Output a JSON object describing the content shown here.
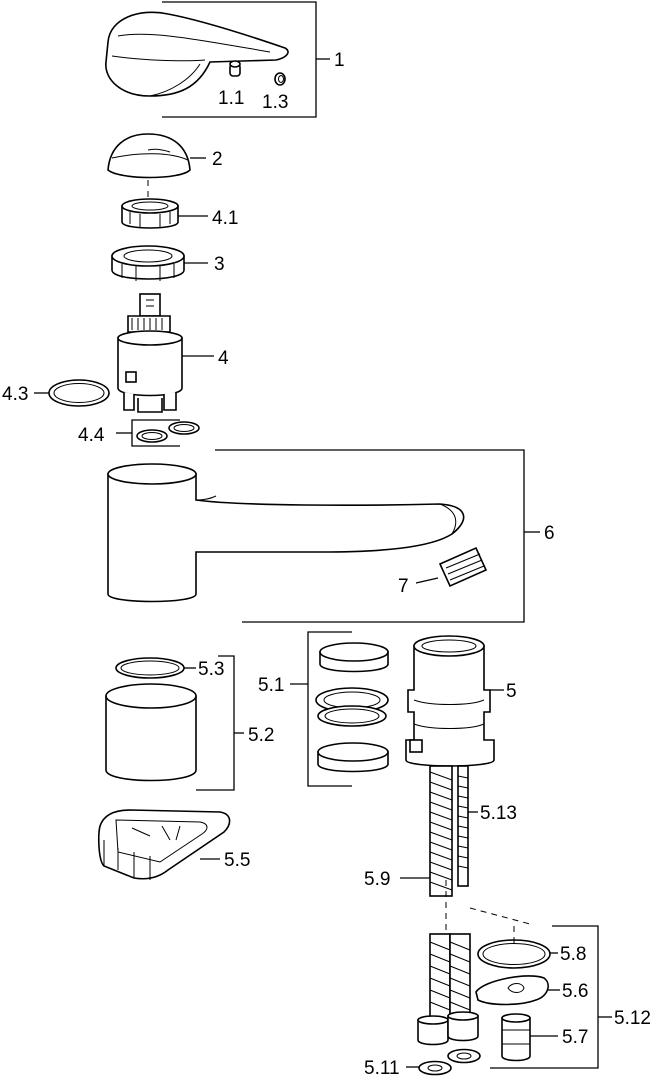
{
  "labels": {
    "p1": "1",
    "p1_1": "1.1",
    "p1_3": "1.3",
    "p2": "2",
    "p4_1": "4.1",
    "p3": "3",
    "p4": "4",
    "p4_3": "4.3",
    "p4_4": "4.4",
    "p6": "6",
    "p7": "7",
    "p5_3": "5.3",
    "p5_2": "5.2",
    "p5_1": "5.1",
    "p5": "5",
    "p5_13": "5.13",
    "p5_5": "5.5",
    "p5_9": "5.9",
    "p5_8": "5.8",
    "p5_6": "5.6",
    "p5_7": "5.7",
    "p5_12": "5.12",
    "p5_11": "5.11"
  }
}
